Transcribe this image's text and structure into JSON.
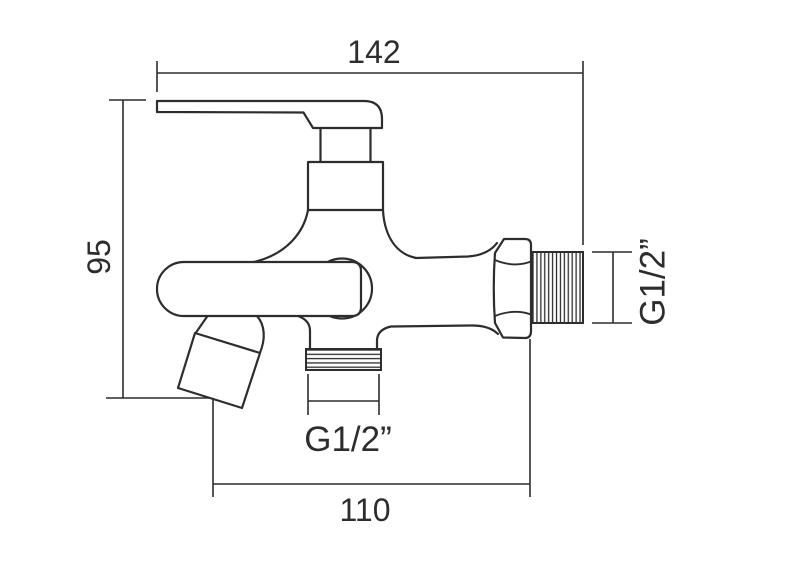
{
  "drawing": {
    "subject": "faucet-technical-drawing-side-view",
    "background": "#ffffff",
    "line_color": "#2d2d2d",
    "labels": {
      "overall_width": "142",
      "overall_height": "95",
      "bottom_width": "110",
      "side_thread": "G1/2”",
      "bottom_thread": "G1/2”"
    }
  }
}
